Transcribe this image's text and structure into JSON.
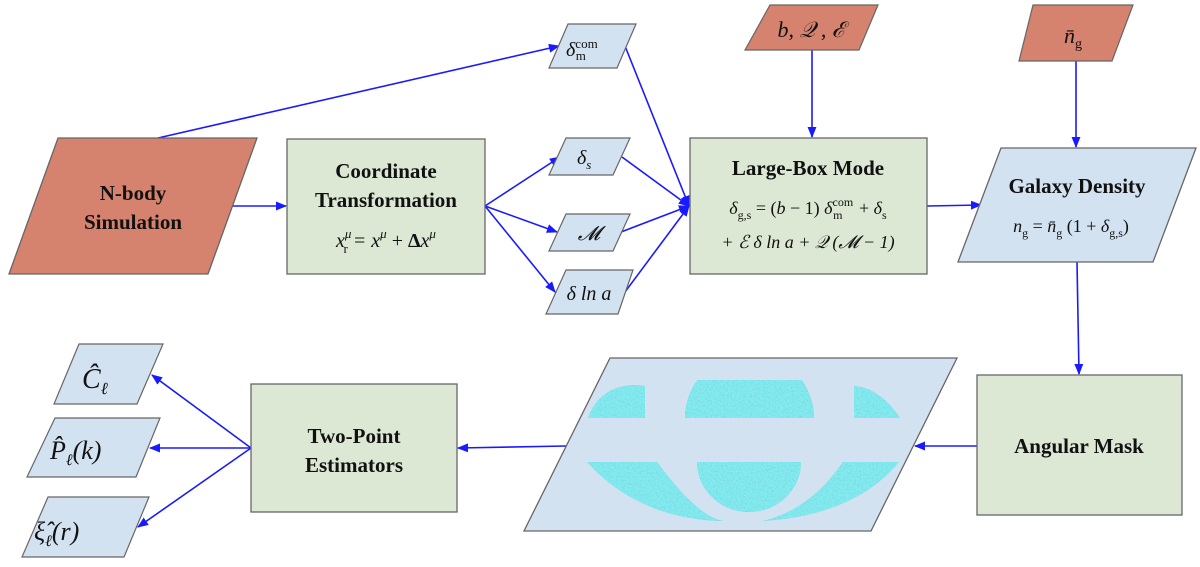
{
  "colors": {
    "input_fill": "#d5826e",
    "process_fill": "#dde8d4",
    "data_fill": "#d3e2f1",
    "stroke": "#666666",
    "arrow": "#1a1aff",
    "mask_noise_a": "#4fd6c8",
    "mask_noise_b": "#3a7fd8",
    "mask_noise_c": "#b6e87a"
  },
  "nodes": {
    "nbody": {
      "line1": "N-body",
      "line2": "Simulation"
    },
    "coord": {
      "line1": "Coordinate",
      "line2": "Transformation",
      "eq_main": "x",
      "eq_sup": "μ",
      "eq_sub": "r",
      "eq_rest": " = x",
      "eq_sup2": "μ",
      "eq_plus": " + ",
      "eq_delta": "Δ",
      "eq_x": "x",
      "eq_sup3": "μ"
    },
    "delta_m_com": {
      "base": "δ",
      "sup": "com",
      "sub": "m"
    },
    "delta_s": {
      "base": "δ",
      "sub": "s"
    },
    "calM": {
      "label": "𝓜"
    },
    "dlna": {
      "label": "δ ln a"
    },
    "bias_params": {
      "label": "b, 𝒬 , ℰ"
    },
    "large_box": {
      "title": "Large-Box Mode",
      "eq_line1": "δg,s = (b − 1) δm^com + δs",
      "eq_line2": "+ ℰ δ ln a + 𝒬 (𝓜 − 1)"
    },
    "nbar": {
      "label": "n̄",
      "sub": "g"
    },
    "galaxy_density": {
      "title": "Galaxy Density",
      "eq": "n_g = n̄_g (1 + δ_g,s)"
    },
    "angular_mask": {
      "title": "Angular Mask"
    },
    "masked_map": {
      "description": "masked sky map with noise field"
    },
    "two_point": {
      "line1": "Two-Point",
      "line2": "Estimators"
    },
    "cl": {
      "label": "Ĉ",
      "sub": "ℓ"
    },
    "pk": {
      "label": "P̂",
      "sub": "ℓ",
      "arg": "(k)"
    },
    "xi": {
      "label": "ξ̂",
      "sub": "ℓ",
      "arg": "(r)"
    }
  },
  "edges": [
    {
      "from": "nbody",
      "to": "coord"
    },
    {
      "from": "nbody",
      "to": "delta_m_com"
    },
    {
      "from": "coord",
      "to": "delta_s"
    },
    {
      "from": "coord",
      "to": "calM"
    },
    {
      "from": "coord",
      "to": "dlna"
    },
    {
      "from": "delta_m_com",
      "to": "large_box"
    },
    {
      "from": "delta_s",
      "to": "large_box"
    },
    {
      "from": "calM",
      "to": "large_box"
    },
    {
      "from": "dlna",
      "to": "large_box"
    },
    {
      "from": "bias_params",
      "to": "large_box"
    },
    {
      "from": "large_box",
      "to": "galaxy_density"
    },
    {
      "from": "nbar",
      "to": "galaxy_density"
    },
    {
      "from": "galaxy_density",
      "to": "angular_mask"
    },
    {
      "from": "angular_mask",
      "to": "masked_map"
    },
    {
      "from": "masked_map",
      "to": "two_point"
    },
    {
      "from": "two_point",
      "to": "cl"
    },
    {
      "from": "two_point",
      "to": "pk"
    },
    {
      "from": "two_point",
      "to": "xi"
    }
  ]
}
